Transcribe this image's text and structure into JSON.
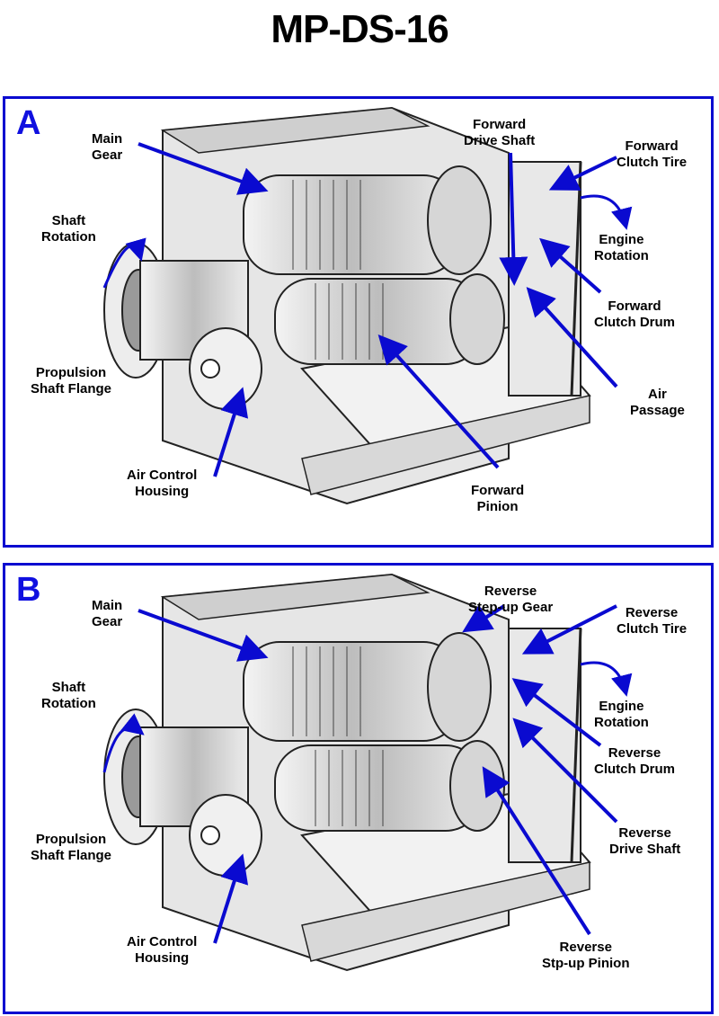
{
  "title": "MP-DS-16",
  "colors": {
    "accent": "#0a0ad0",
    "panel_letter": "#1010e0"
  },
  "panels": [
    {
      "letter": "A",
      "labels": {
        "main_gear": "Main\nGear",
        "shaft_rotation": "Shaft\nRotation",
        "propulsion_flange": "Propulsion\nShaft Flange",
        "air_control": "Air Control\nHousing",
        "drive_shaft": "Forward\nDrive Shaft",
        "clutch_tire": "Forward\nClutch Tire",
        "engine_rotation": "Engine\nRotation",
        "clutch_drum": "Forward\nClutch Drum",
        "air_passage": "Air\nPassage",
        "pinion": "Forward\nPinion"
      }
    },
    {
      "letter": "B",
      "labels": {
        "main_gear": "Main\nGear",
        "shaft_rotation": "Shaft\nRotation",
        "propulsion_flange": "Propulsion\nShaft Flange",
        "air_control": "Air Control\nHousing",
        "stepup_gear": "Reverse\nStep-up Gear",
        "clutch_tire": "Reverse\nClutch Tire",
        "engine_rotation": "Engine\nRotation",
        "clutch_drum": "Reverse\nClutch Drum",
        "drive_shaft": "Reverse\nDrive Shaft",
        "stepup_pinion": "Reverse\nStp-up Pinion"
      }
    }
  ]
}
